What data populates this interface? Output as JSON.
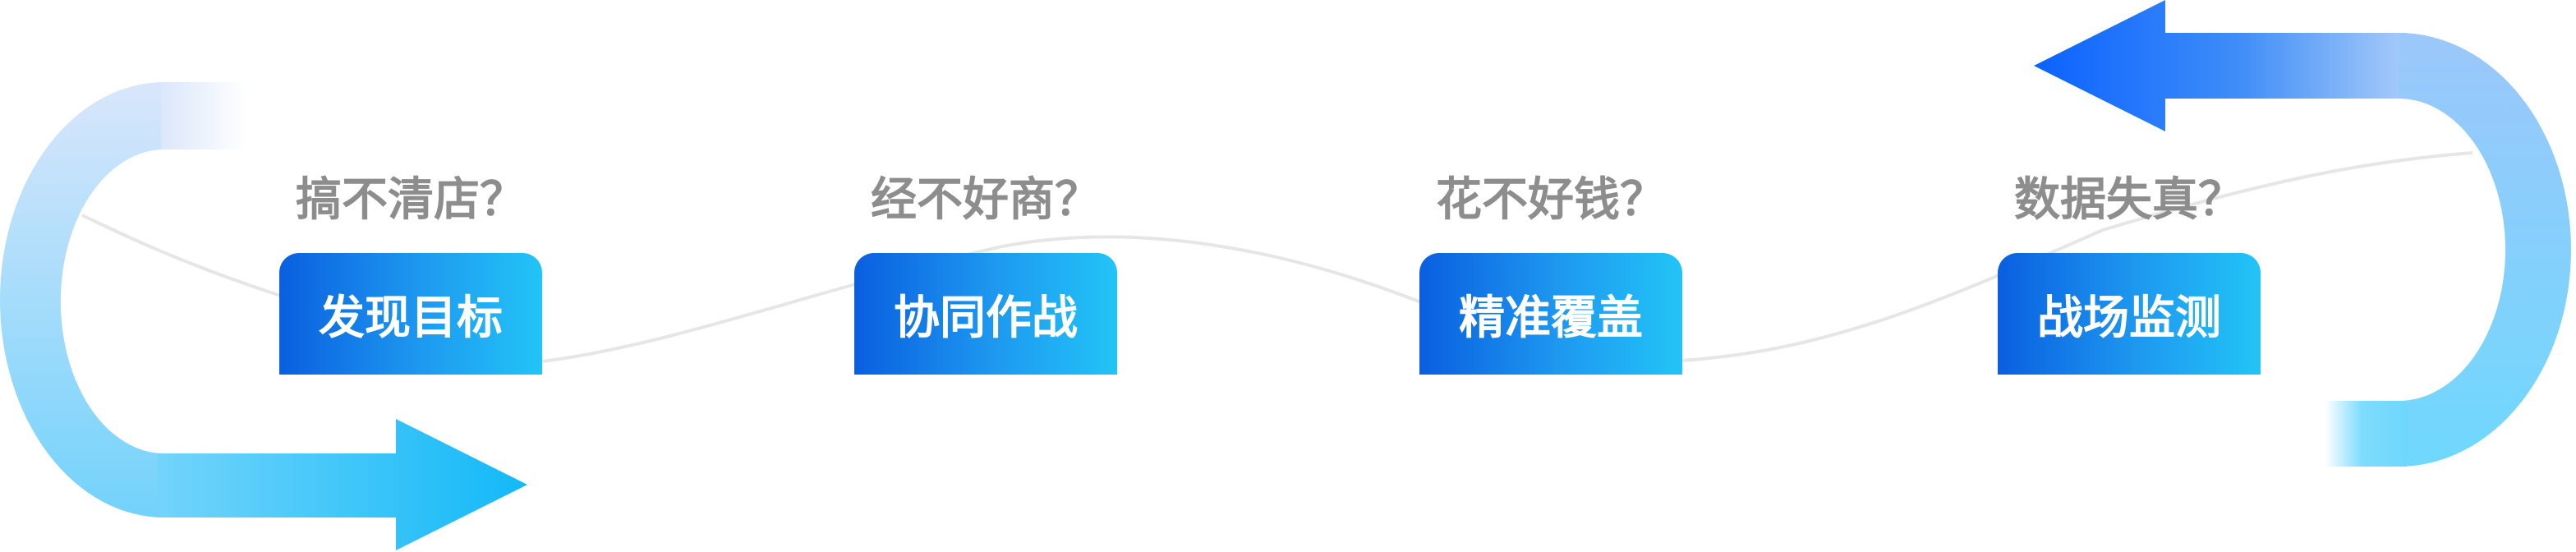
{
  "stages": [
    {
      "question": "搞不清店？",
      "label": "发现目标"
    },
    {
      "question": "经不好商？",
      "label": "协同作战"
    },
    {
      "question": "花不好钱？",
      "label": "精准覆盖"
    },
    {
      "question": "数据失真？",
      "label": "战场监测"
    }
  ],
  "colors": {
    "box_start": "#0a5fe0",
    "box_end": "#22c4f7",
    "question_text": "#8d8d8d",
    "label_text": "#ffffff",
    "arrow_dark": "#0a62ff",
    "arrow_light": "#66d6ff"
  }
}
